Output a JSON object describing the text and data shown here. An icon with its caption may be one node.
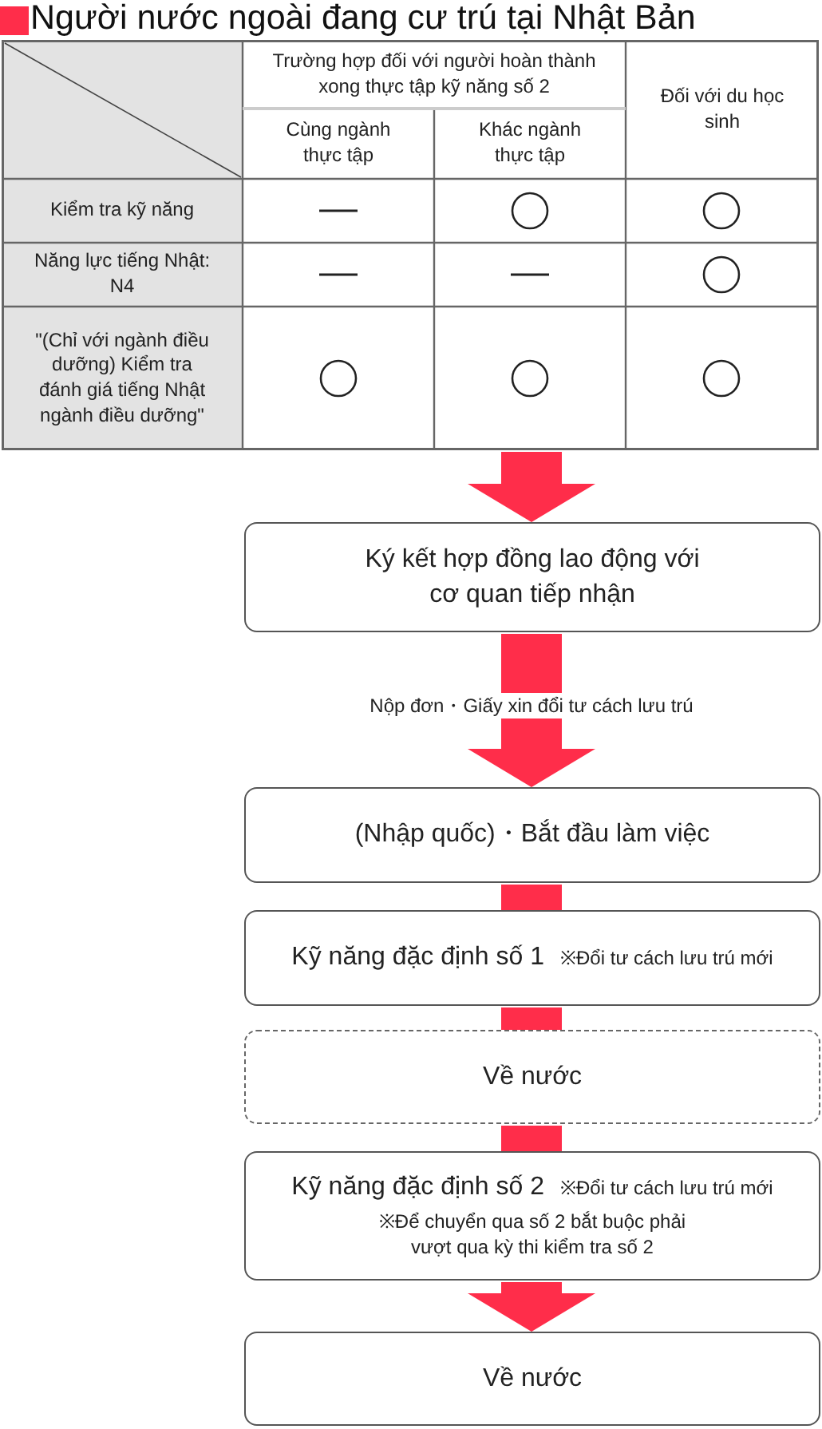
{
  "diagram": {
    "title": "Người nước ngoài đang cư trú tại Nhật Bản",
    "nodes": [
      {
        "text": [],
        "shape": "box"
      },
      {
        "text": [
          "Ký kết hợp đồng lao động với cơ quan tiếp nhận"
        ]
      },
      {
        "text": [
          "(Nhập quốc)・Bắt đầu làm việc"
        ]
      },
      {
        "text": [
          "Kỹ năng đặc định số 1",
          "※Đổi tư cách lưu trú mới"
        ]
      },
      {
        "text": [
          "Về nước"
        ]
      },
      {
        "text": [
          "Kỹ năng đặc định số 2",
          "※Đổi  tư cách lưu trú mới",
          "※Để chuyển qua số 2 bắt buộc phải vượt qua kỳ thi kiểm tra số 2"
        ]
      },
      {
        "text": [
          "Về nước"
        ]
      }
    ],
    "edges": [
      {
        "from": 0,
        "to": 1,
        "arrow": "to"
      },
      {
        "from": 1,
        "to": 2,
        "arrow": "to",
        "label": "Nộp đơn・Giấy xin đổi tư cách lưu trú"
      },
      {
        "from": 2,
        "to": 3,
        "arrow": "none"
      },
      {
        "from": 3,
        "to": 4,
        "arrow": "none"
      },
      {
        "from": 4,
        "to": 5,
        "arrow": "none"
      },
      {
        "from": 5,
        "to": 6,
        "arrow": "to"
      }
    ],
    "labels": [
      "Trường hợp đối với người hoàn thành xong thực tập kỹ năng số 2",
      "Đối với du học sinh",
      "Cùng ngành thực tập",
      "Khác ngành thực tập",
      "Kiểm tra kỹ năng",
      "Năng lực tiếng Nhật: N4",
      "\"(Chỉ với ngành điều dưỡng) Kiểm tra đánh giá tiếng Nhật ngành điều dưỡng\""
    ]
  }
}
